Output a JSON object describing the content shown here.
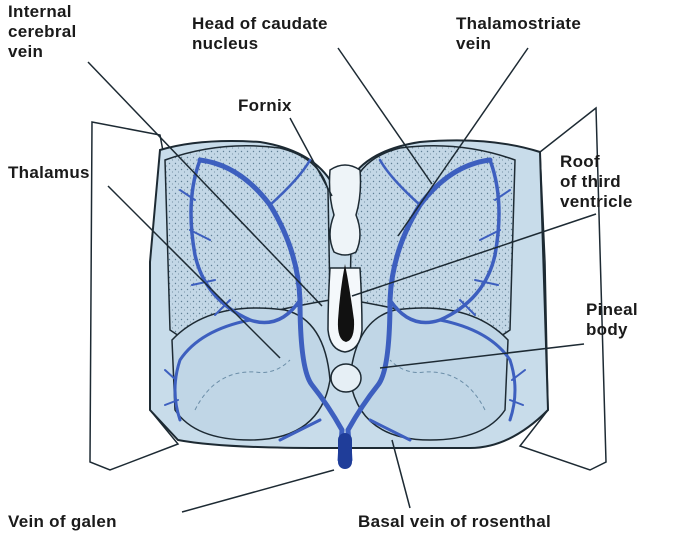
{
  "labels": {
    "internal_cerebral_vein": [
      "Internal",
      "cerebral",
      "vein"
    ],
    "head_of_caudate": [
      "Head of caudate",
      "nucleus"
    ],
    "thalamostriate_vein": [
      "Thalamostriate",
      "vein"
    ],
    "fornix": [
      "Fornix"
    ],
    "thalamus": [
      "Thalamus"
    ],
    "roof_third_ventricle": [
      "Roof",
      "of third",
      "ventricle"
    ],
    "pineal_body": [
      "Pineal",
      "body"
    ],
    "vein_of_galen": [
      "Vein of galen"
    ],
    "basal_vein": [
      "Basal vein of rosenthal"
    ]
  },
  "colors": {
    "tissue": "#c8dcea",
    "tissue_dark": "#a9c5da",
    "speckle": "#5f7f95",
    "vein": "#3d5fbf",
    "vein_dark": "#1f3d99",
    "outline": "#1d2a33"
  }
}
